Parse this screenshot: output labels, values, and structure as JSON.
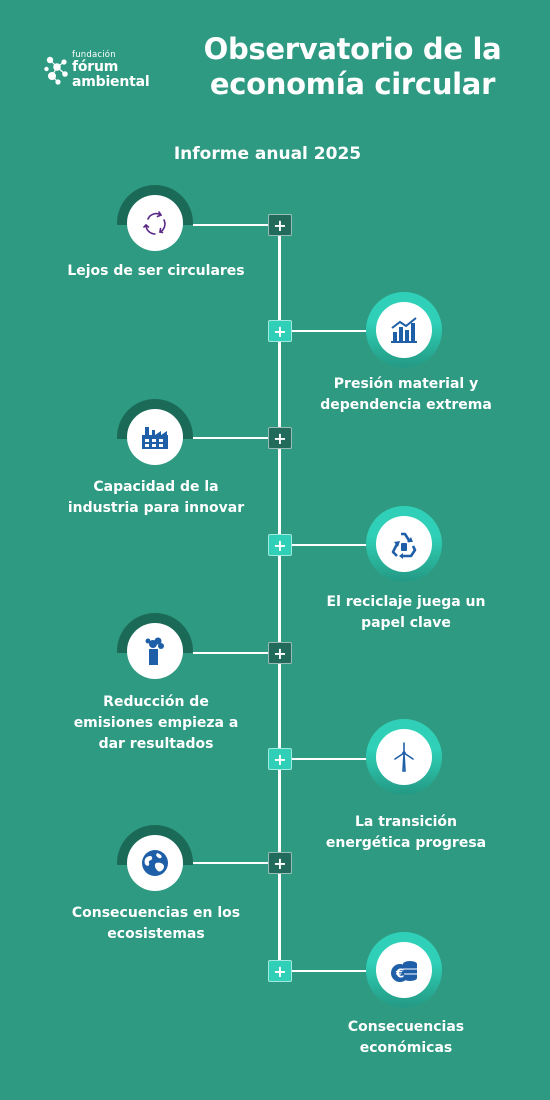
{
  "header": {
    "logo": {
      "small": "fundación",
      "line1": "fórum",
      "line2": "ambiental"
    },
    "title_line1": "Observatorio de la",
    "title_line2": "economía circular",
    "subtitle": "Informe anual 2025"
  },
  "timeline": {
    "node_symbol": "+",
    "items": [
      {
        "label_lines": [
          "Lejos de ser circulares"
        ],
        "icon": "circular-arrows-icon"
      },
      {
        "label_lines": [
          "Presión material y",
          "dependencia extrema"
        ],
        "icon": "bar-chart-icon"
      },
      {
        "label_lines": [
          "Capacidad de la",
          "industria para innovar"
        ],
        "icon": "factory-icon"
      },
      {
        "label_lines": [
          "El reciclaje juega un",
          "papel clave"
        ],
        "icon": "recycle-icon"
      },
      {
        "label_lines": [
          "Reducción de",
          "emisiones empieza a",
          "dar resultados"
        ],
        "icon": "chimney-smoke-icon"
      },
      {
        "label_lines": [
          "La transición",
          "energética progresa"
        ],
        "icon": "wind-turbine-icon"
      },
      {
        "label_lines": [
          "Consecuencias en los",
          "ecosistemas"
        ],
        "icon": "globe-icon"
      },
      {
        "label_lines": [
          "Consecuencias",
          "económicas"
        ],
        "icon": "euro-coins-icon"
      }
    ]
  },
  "colors": {
    "background": "#2e9a82",
    "dark_accent": "#1b6a58",
    "light_accent": "#2fd0b7",
    "icon_blue": "#1f5fa8"
  }
}
